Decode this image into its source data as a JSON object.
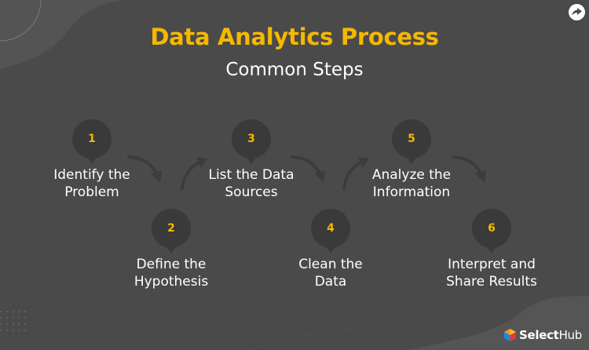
{
  "header": {
    "title": "Data Analytics Process",
    "subtitle": "Common Steps"
  },
  "share_button": {
    "icon": "share-arrow-icon"
  },
  "steps": [
    {
      "number": "1",
      "line1": "Identify the",
      "line2": "Problem"
    },
    {
      "number": "2",
      "line1": "Define the",
      "line2": "Hypothesis"
    },
    {
      "number": "3",
      "line1": "List the Data",
      "line2": "Sources"
    },
    {
      "number": "4",
      "line1": "Clean the",
      "line2": "Data"
    },
    {
      "number": "5",
      "line1": "Analyze the",
      "line2": "Information"
    },
    {
      "number": "6",
      "line1": "Interpret and",
      "line2": "Share Results"
    }
  ],
  "logo": {
    "text_bold": "Select",
    "text_regular": "Hub"
  },
  "colors": {
    "background": "#4a4a4a",
    "accent": "#f5b800",
    "pin": "#3a3a3a",
    "arrow": "#3c3c3c",
    "text": "#ffffff",
    "logo_orange": "#f7941d",
    "logo_blue": "#1e88e5",
    "logo_red": "#e53935",
    "logo_yellow": "#fbc02d"
  }
}
